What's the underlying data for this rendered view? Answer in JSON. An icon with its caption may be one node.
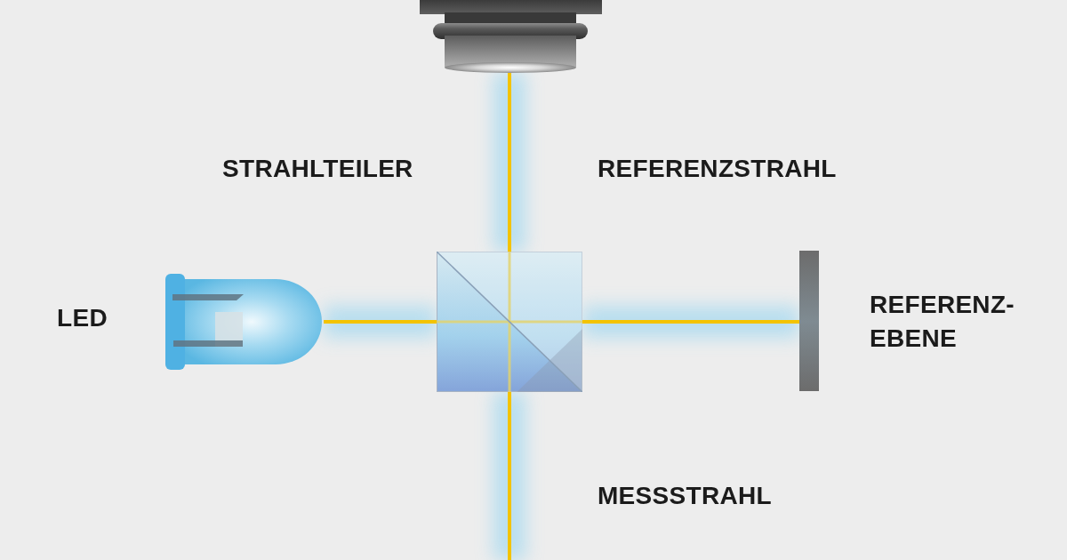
{
  "diagram": {
    "nodes": [
      {
        "text": [],
        "shape": "picture"
      },
      {
        "text": [],
        "shape": "box",
        "beside": [
          "STRAHLTEILER"
        ]
      },
      {
        "text": [],
        "shape": "picture",
        "beside": [
          "LED"
        ]
      },
      {
        "text": [],
        "shape": "bar",
        "beside": [
          "REFERENZ- EBENE"
        ]
      }
    ],
    "edges": [
      {
        "from": 1,
        "to": 0,
        "arrow": "none"
      },
      {
        "from": 2,
        "to": 1,
        "arrow": "none"
      },
      {
        "from": 1,
        "to": 3,
        "arrow": "none"
      },
      {
        "from": 1,
        "to": null,
        "arrow": "none"
      }
    ],
    "labels": [
      "REFERENZSTRAHL",
      "MESSSTRAHL"
    ]
  }
}
